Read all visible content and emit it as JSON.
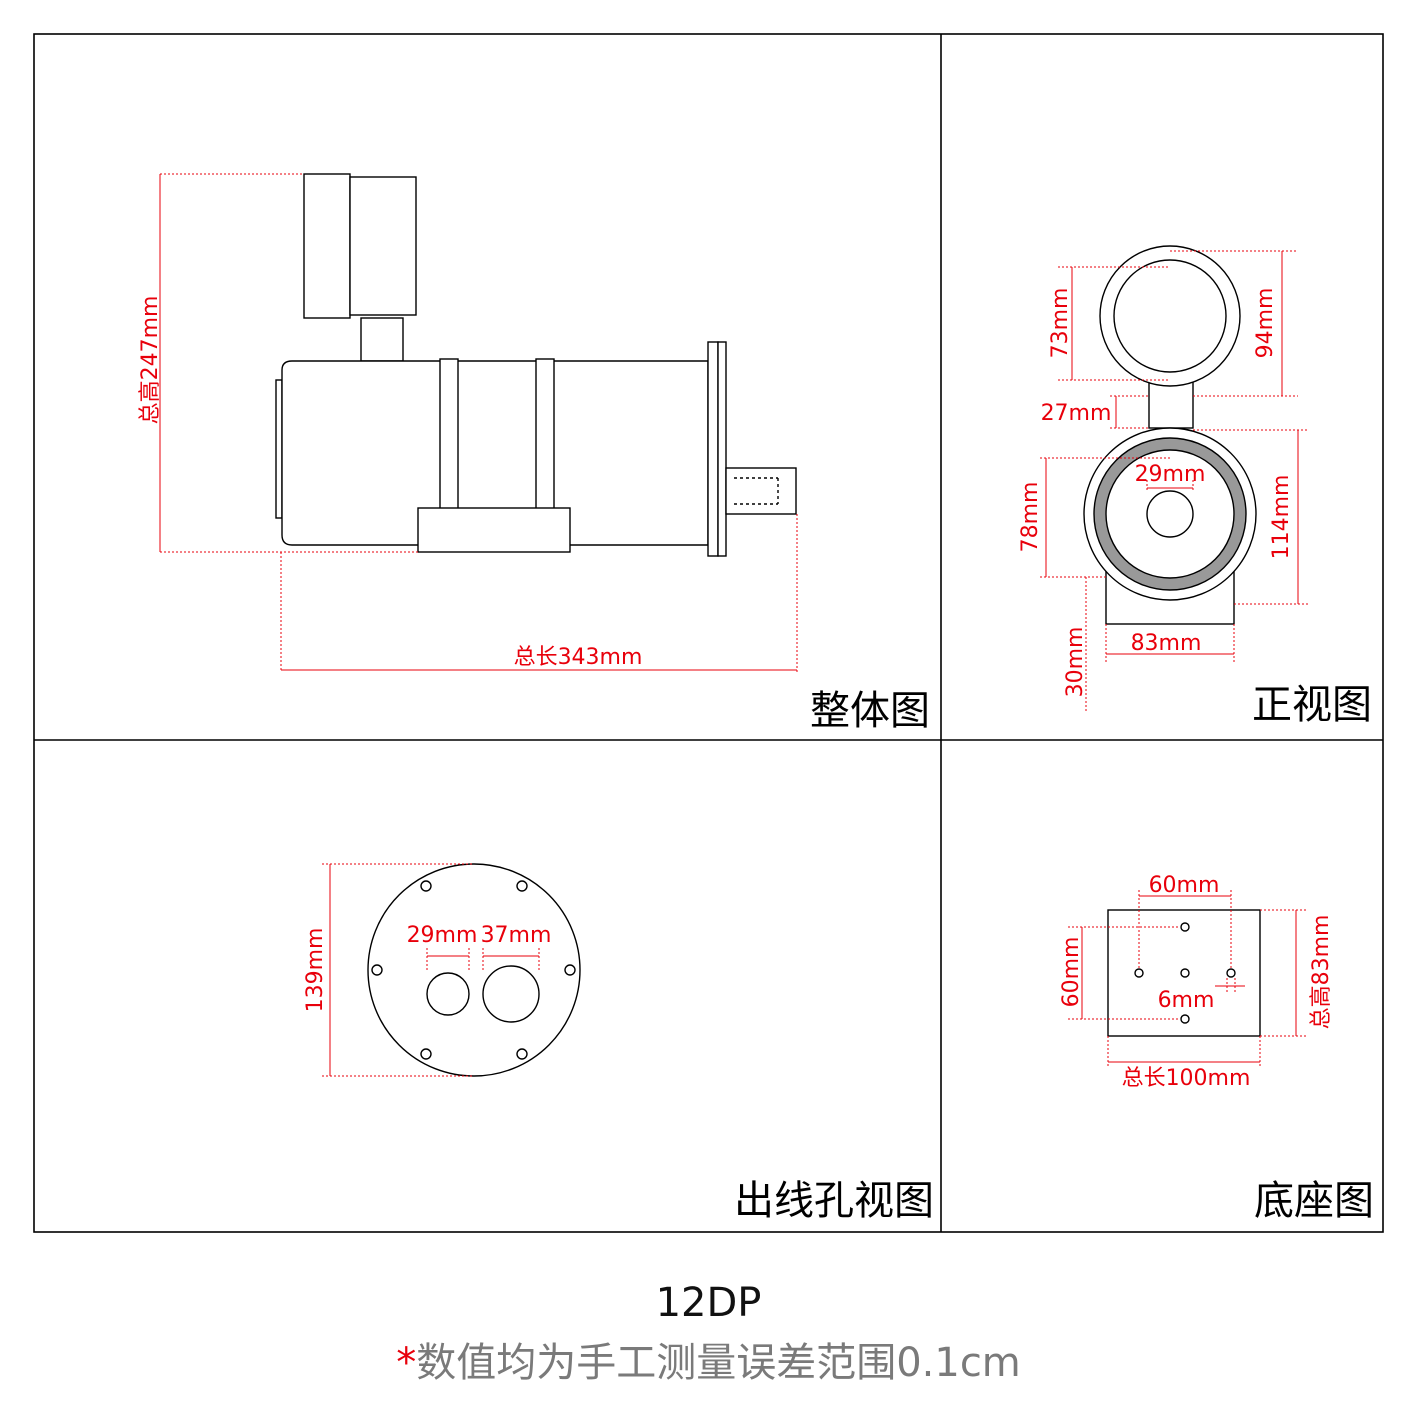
{
  "model": "12DP",
  "footnote": {
    "asterisk": "*",
    "text": "数值均为手工测量误差范围0.1cm"
  },
  "colors": {
    "dimension": "#e8000b",
    "outline": "#000000",
    "fill_gray": "#999999",
    "text_gray": "#7a7a7a"
  },
  "panels": {
    "overall": {
      "title": "整体图",
      "total_height": "总高247mm",
      "total_length": "总长343mm"
    },
    "front": {
      "title": "正视图",
      "d73": "73mm",
      "d94": "94mm",
      "d27": "27mm",
      "d29": "29mm",
      "d78": "78mm",
      "d114": "114mm",
      "d83": "83mm",
      "d30": "30mm"
    },
    "outlet": {
      "title": "出线孔视图",
      "d139": "139mm",
      "d29": "29mm",
      "d37": "37mm"
    },
    "base": {
      "title": "底座图",
      "d60_top": "60mm",
      "d60_left": "60mm",
      "d6": "6mm",
      "height": "总高83mm",
      "length": "总长100mm"
    }
  }
}
